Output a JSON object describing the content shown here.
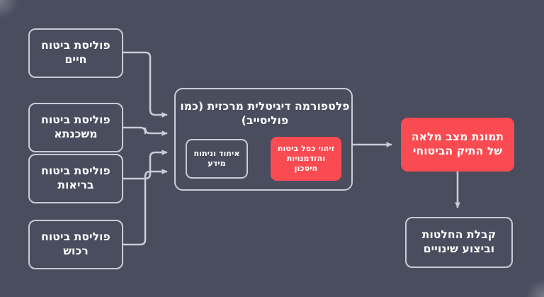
{
  "diagram": {
    "title": "תמונת מצב מלאה של התיק הביטוחי",
    "colors": {
      "background": "#4a4d5e",
      "stroke": "#c9cbd8",
      "accent": "#fa4b52",
      "text": "#ffffff"
    },
    "sources": [
      {
        "id": "life",
        "label": "פוליסת ביטוח חיים"
      },
      {
        "id": "mortgage",
        "label": "פוליסת ביטוח משכנתא"
      },
      {
        "id": "health",
        "label": "פוליסת ביטוח בריאות"
      },
      {
        "id": "property",
        "label": "פוליסת ביטוח רכוש"
      }
    ],
    "platform": {
      "title": "פלטפורמה דיגיטלית מרכזית (כמו פוליסייב)",
      "steps": [
        {
          "id": "merge",
          "label": "איחוד וניתוח מידע",
          "style": "outline"
        },
        {
          "id": "dup",
          "label": "זיהוי כפל ביטוח והזדמנויות חיסכון",
          "style": "filled"
        }
      ]
    },
    "outcome": {
      "label": "תמונת מצב מלאה של התיק הביטוחי",
      "style": "filled"
    },
    "decision": {
      "label": "קבלת החלטות וביצוע שינויים",
      "style": "outline"
    },
    "connectors": [
      {
        "id": "life-to-platform",
        "from": "life",
        "to": "platform"
      },
      {
        "id": "mortgage-to-platform",
        "from": "mortgage",
        "to": "platform"
      },
      {
        "id": "health-to-platform",
        "from": "health",
        "to": "platform"
      },
      {
        "id": "property-to-platform",
        "from": "property",
        "to": "platform"
      },
      {
        "id": "merge-to-dup",
        "from": "merge",
        "to": "dup"
      },
      {
        "id": "platform-to-outcome",
        "from": "platform",
        "to": "outcome"
      },
      {
        "id": "outcome-to-decision",
        "from": "outcome",
        "to": "decision"
      }
    ]
  }
}
